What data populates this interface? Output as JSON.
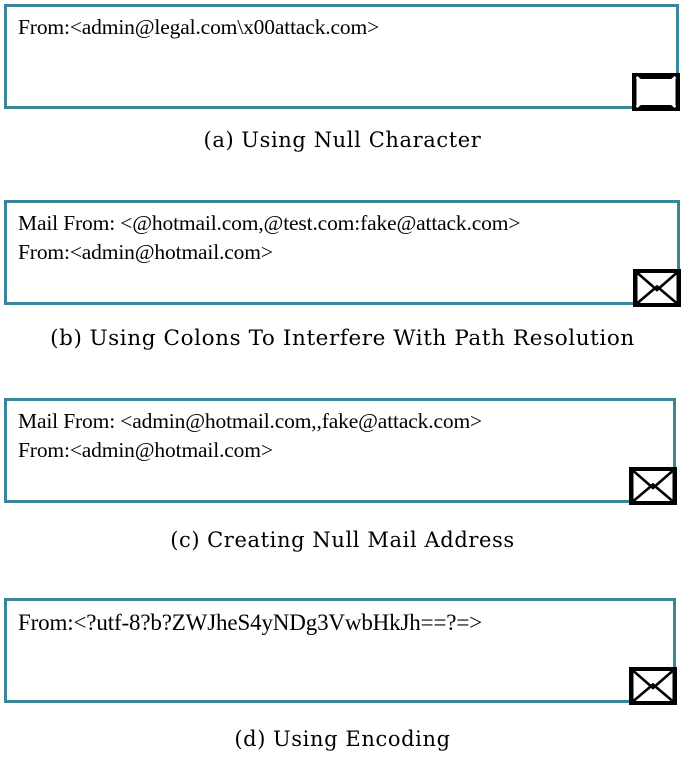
{
  "figure": {
    "background_color": "#ffffff",
    "box_border_color": "#3a8699",
    "text_color": "#000000",
    "icon_color": "#000000",
    "subfigures": [
      {
        "tag": "(a)",
        "caption": "Using Null Character",
        "icon": "envelope-icon",
        "lines": [
          "From:<admin@legal.com\\x00attack.com>"
        ]
      },
      {
        "tag": "(b)",
        "caption": "Using Colons To Interfere With Path Resolution",
        "icon": "envelope-icon",
        "lines": [
          "Mail From: <@hotmail.com,@test.com:fake@attack.com>",
          "From:<admin@hotmail.com>"
        ]
      },
      {
        "tag": "(c)",
        "caption": "Creating Null Mail Address",
        "icon": "envelope-icon",
        "lines": [
          "Mail From: <admin@hotmail.com,,fake@attack.com>",
          "From:<admin@hotmail.com>"
        ]
      },
      {
        "tag": "(d)",
        "caption": "Using Encoding",
        "icon": "envelope-icon",
        "lines": [
          "From:<?utf-8?b?ZWJheS4yNDg3VwbHkJh==?=>"
        ]
      }
    ]
  }
}
